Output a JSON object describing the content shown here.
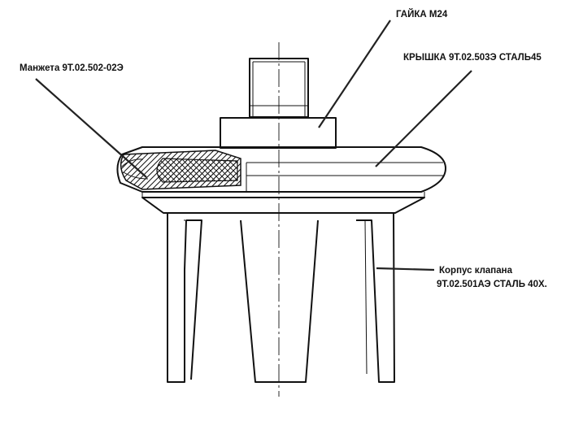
{
  "labels": {
    "nut": "ГАЙКА М24",
    "cover": "КРЫШКА 9Т.02.503Э СТАЛЬ45",
    "cuff": "Манжета 9Т.02.502-02Э",
    "body_line1": "Корпус клапана",
    "body_line2": "9Т.02.501АЭ СТАЛЬ 40Х."
  },
  "colors": {
    "ink": "#111111",
    "background": "#ffffff"
  }
}
